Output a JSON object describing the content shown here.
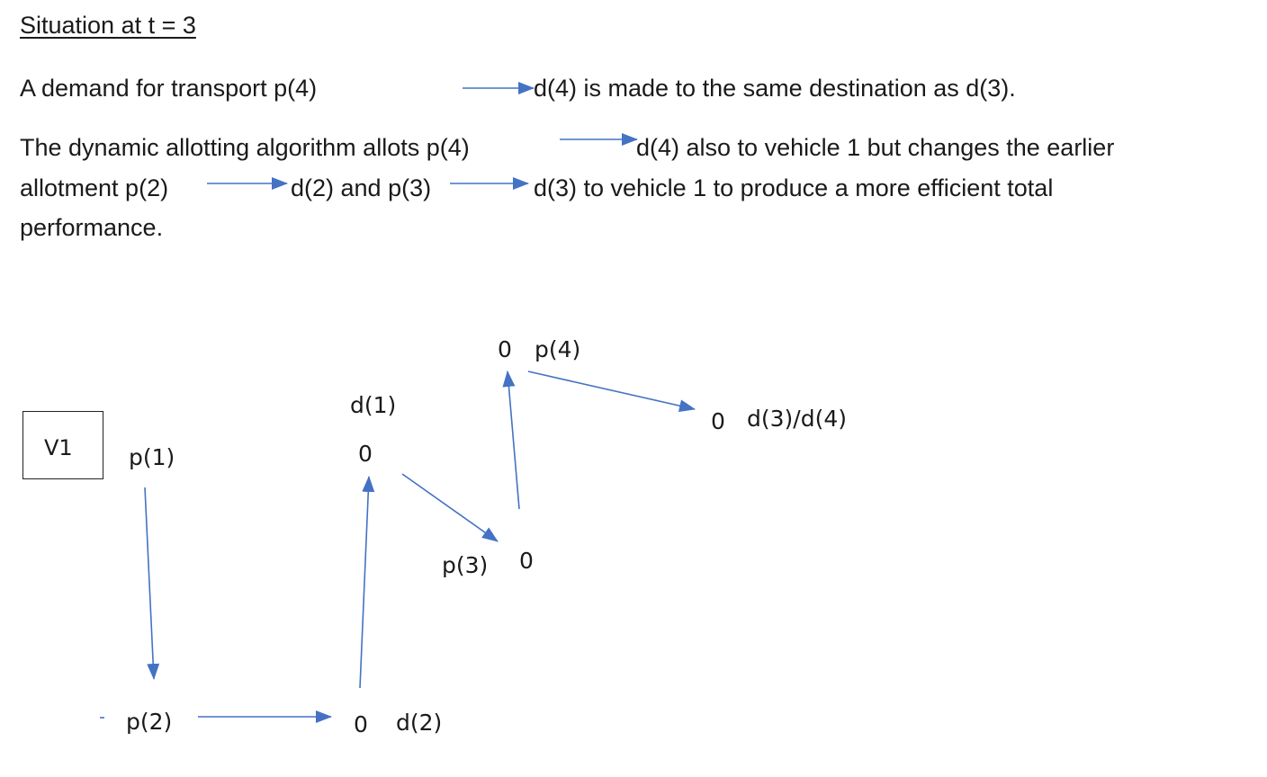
{
  "heading": "Situation at t = 3",
  "text": {
    "line1_a": "A demand for transport p(4)",
    "line1_b": "d(4) is made to the same destination as d(3).",
    "line2_a": "The dynamic allotting algorithm allots p(4)",
    "line2_b": "d(4) also to vehicle 1 but changes the earlier",
    "line3_a": "allotment p(2)",
    "line3_b": "d(2) and p(3)",
    "line3_c": "d(3) to vehicle 1 to produce a more efficient total",
    "line4": "performance."
  },
  "diagram": {
    "vehicle": "V1",
    "nodes": {
      "p1": "p(1)",
      "p2": "p(2)",
      "d2_mark": "0",
      "d2": "d(2)",
      "d1": "d(1)",
      "d1_mark": "0",
      "p3": "p(3)",
      "p3_mark": "0",
      "p4_mark": "0",
      "p4": "p(4)",
      "d34_mark": "0",
      "d34": "d(3)/d(4)"
    },
    "arrow_color": "#4472c4"
  }
}
